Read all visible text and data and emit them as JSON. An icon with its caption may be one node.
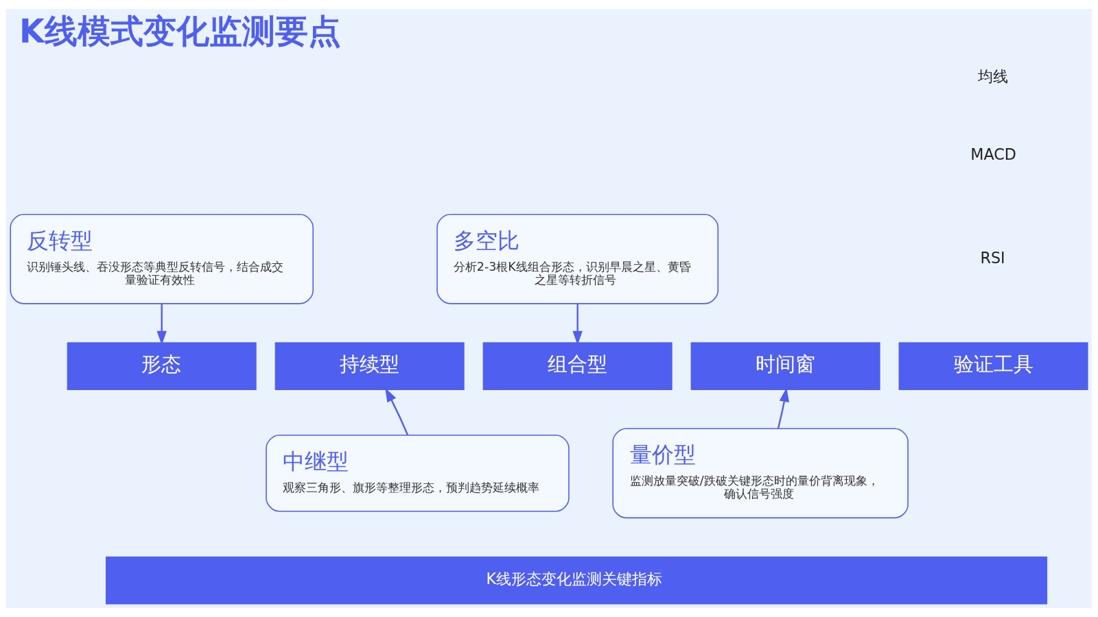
{
  "diagram": {
    "title": "K线模式变化监测要点",
    "nodes": [
      {
        "text": [
          "形态"
        ]
      },
      {
        "text": [
          "持续型"
        ]
      },
      {
        "text": [
          "组合型"
        ]
      },
      {
        "text": [
          "时间窗"
        ]
      },
      {
        "text": [
          "验证工具"
        ]
      },
      {
        "text": [
          "反转型",
          "识别锤头线、吞没形态等典型反转信号，结合成交量验证有效性"
        ]
      },
      {
        "text": [
          "多空比",
          "分析2-3根K线组合形态，识别早晨之星、黄昏之星等转折信号"
        ]
      },
      {
        "text": [
          "中继型",
          "观察三角形、旗形等整理形态，预判趋势延续概率"
        ]
      },
      {
        "text": [
          "量价型",
          "监测放量突破/跌破关键形态时的量价背离现象，确认信号强度"
        ]
      },
      {
        "text": [
          "K线形态变化监测关键指标"
        ]
      }
    ],
    "edges": [
      {
        "from": 5,
        "to": 0,
        "arrow": "to"
      },
      {
        "from": 6,
        "to": 2,
        "arrow": "to"
      },
      {
        "from": 7,
        "to": 1,
        "arrow": "to"
      },
      {
        "from": 8,
        "to": 3,
        "arrow": "to"
      }
    ],
    "labels": [
      "均线",
      "MACD",
      "RSI"
    ]
  }
}
